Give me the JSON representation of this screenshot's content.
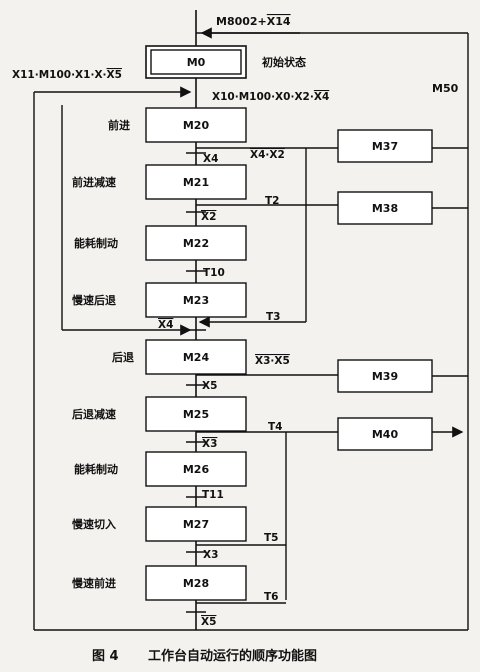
{
  "initial_state_label": "初始状态",
  "top_condition": "M8002+X14",
  "top_condition_bar": "X14",
  "m50_label": "M50",
  "left_loop_condition": "X11·M100·X1·X·X5",
  "left_loop_bar": "X5",
  "m0_condition": "X10·M100·X0·X2·X4",
  "m0_condition_bar": "X4",
  "steps": [
    {
      "id": "M0",
      "label": ""
    },
    {
      "id": "M20",
      "label": "前进"
    },
    {
      "id": "M21",
      "label": "前进减速"
    },
    {
      "id": "M22",
      "label": "能耗制动"
    },
    {
      "id": "M23",
      "label": "慢速后退"
    },
    {
      "id": "M24",
      "label": "后退"
    },
    {
      "id": "M25",
      "label": "后退减速"
    },
    {
      "id": "M26",
      "label": "能耗制动"
    },
    {
      "id": "M27",
      "label": "慢速切入"
    },
    {
      "id": "M28",
      "label": "慢速前进"
    }
  ],
  "transitions": [
    "X4",
    "X2",
    "T10",
    "X4",
    "X5",
    "X3",
    "T11",
    "X3",
    "X5"
  ],
  "side_boxes": [
    {
      "id": "M37",
      "condition": "X4·X2"
    },
    {
      "id": "M38",
      "condition": "T2"
    },
    {
      "id": "M39",
      "condition": "X3·X5"
    },
    {
      "id": "M40",
      "condition": "T4"
    }
  ],
  "timers": [
    "T3",
    "T5",
    "T6"
  ],
  "caption_fig": "图 4",
  "caption_text": "工作台自动运行的顺序功能图"
}
